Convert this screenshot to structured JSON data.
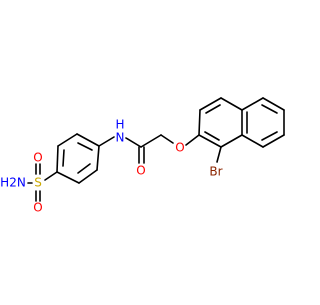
{
  "colors": {
    "bond": "#000000",
    "oxygen": "#ff0000",
    "nitrogen": "#0000ff",
    "sulfur": "#ccaa00",
    "bromine": "#8b2500",
    "carbon": "#000000"
  },
  "atom_labels": {
    "n_amide": "N",
    "h_amide": "H",
    "o_carbonyl": "O",
    "o_ether": "O",
    "br": "Br",
    "s": "S",
    "o_s_top": "O",
    "o_s_bottom": "O",
    "h2n": "H2N"
  }
}
